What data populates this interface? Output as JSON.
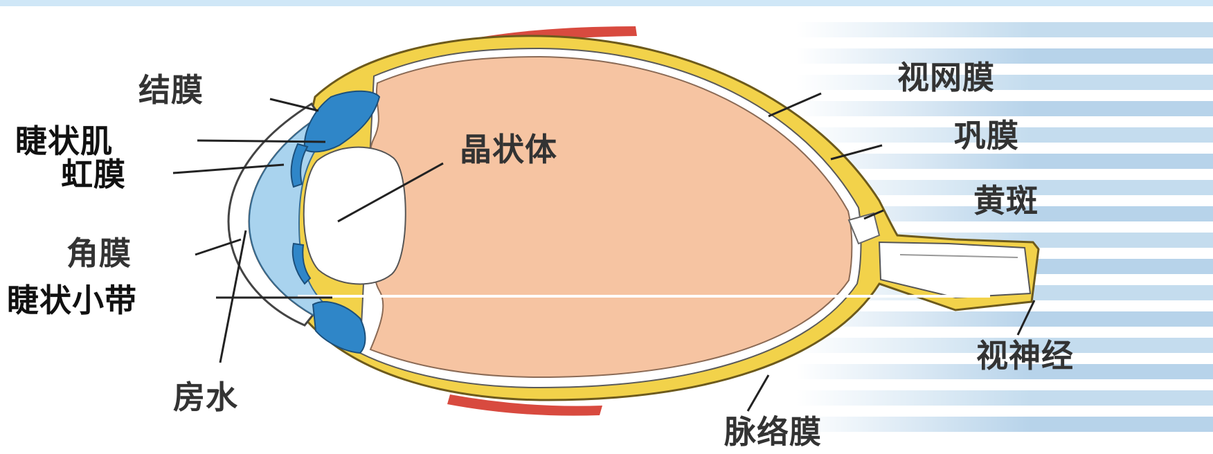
{
  "diagram": {
    "labels": {
      "conjunctiva": "结膜",
      "ciliary_muscle": "睫状肌",
      "iris": "虹膜",
      "cornea": "角膜",
      "zonule": "睫状小带",
      "aqueous_humor": "房水",
      "lens": "晶状体",
      "retina": "视网膜",
      "sclera": "巩膜",
      "macula": "黄斑",
      "optic_nerve": "视神经",
      "choroid": "脉络膜"
    },
    "colors": {
      "frame_top": "#cfe7f7",
      "vitreous": "#f6c4a2",
      "sclera_yellow": "#f2d24a",
      "blue_aqueous": "#a9d3ee",
      "blue_dark": "#2f86c8",
      "muscle_red": "#d84a3f",
      "stripe_blue": "#a9c7e2"
    }
  }
}
